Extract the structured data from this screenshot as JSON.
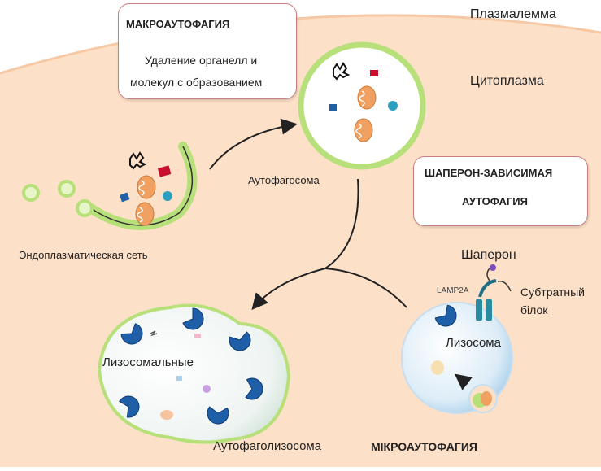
{
  "labels": {
    "plasmalemma": "Плазмалемма",
    "cytoplasm": "Цитоплазма",
    "macro_title": "МАКРОАУТОФАГИЯ",
    "macro_desc_1": "Удаление органелл и",
    "macro_desc_2": "молекул с образованием",
    "autophagosome": "Аутофагосома",
    "chaperone_box_1": "ШАПЕРОН-ЗАВИСИМАЯ",
    "chaperone_box_2": "АУТОФАГИЯ",
    "er": "Эндоплазматическая сеть",
    "chaperone": "Шаперон",
    "lamp2a": "LAMP2A",
    "substrate_1": "Субтратный",
    "substrate_2": "білок",
    "lysosome": "Лизосома",
    "lysosomal": "Лизосомальные",
    "autophagolysosome": "Аутофаголизосома",
    "microautophagy": "МІКРОАУТОФАГИЯ"
  },
  "colors": {
    "cell_fill": "#fde0c8",
    "membrane_green": "#b8e07a",
    "mito_orange": "#f0a060",
    "protein_red": "#c8102e",
    "protein_blue": "#1e5fa8",
    "protein_cyan": "#2aa0c0",
    "enzyme_blue": "#1f5fa8",
    "chaperone_teal": "#2a8aa0",
    "box_border": "#c98080"
  }
}
